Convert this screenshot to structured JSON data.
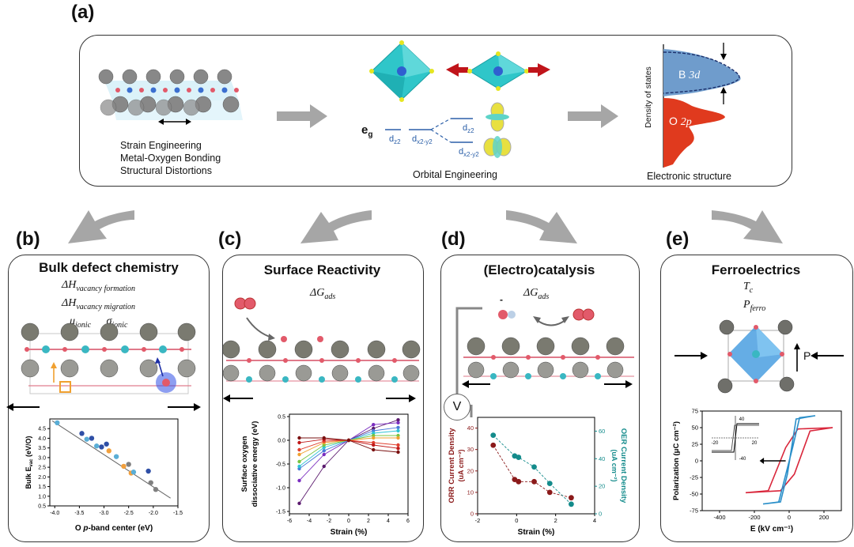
{
  "panel_a": {
    "letter": "(a)",
    "left_labels": [
      "Strain Engineering",
      "Metal-Oxygen Bonding",
      "Structural Distortions"
    ],
    "orbital_eg": "e",
    "orbital_eg_sub": "g",
    "orbital_dz2": "d",
    "orbital_dz2_sub": "z2",
    "orbital_dx2y2": "d",
    "orbital_dx2y2_sub": "x2-y2",
    "orbital_title": "Orbital Engineering",
    "dos_ylabel": "Density of states",
    "dos_b": "B",
    "dos_b_orb": "3d",
    "dos_o": "O",
    "dos_o_orb": "2p",
    "electronic_title": "Electronic structure"
  },
  "panel_b": {
    "letter": "(b)",
    "title": "Bulk defect chemistry",
    "eq1": "ΔH",
    "eq1_sub": "vacancy formation",
    "eq2": "ΔH",
    "eq2_sub": "vacancy migration",
    "mu": "μ",
    "mu_sub": "ionic",
    "sigma": "σ",
    "sigma_sub": "ionic",
    "ylabel": "Bulk E",
    "ylabel_sub": "vac",
    "ylabel_unit": " (eV/O)",
    "xlabel_pre": "O ",
    "xlabel_ital": "p",
    "xlabel_post": "-band center (eV)"
  },
  "panel_c": {
    "letter": "(c)",
    "title": "Surface Reactivity",
    "dg": "ΔG",
    "dg_sub": "ads",
    "ylabel1": "Surface oxygen",
    "ylabel2": "dissociative energy (eV)",
    "xlabel": "Strain (%)"
  },
  "panel_d": {
    "letter": "(d)",
    "title": "(Electro)catalysis",
    "dg": "ΔG",
    "dg_sub": "ads",
    "volt": "V",
    "ylabel_left1": "ORR Current Density",
    "ylabel_left2": "(uA cm⁻²)",
    "ylabel_right1": "OER Current Density",
    "ylabel_right2": "(uA cm⁻²)",
    "xlabel": "Strain (%)",
    "ion_charge": "-"
  },
  "panel_e": {
    "letter": "(e)",
    "title": "Ferroelectrics",
    "tc": "T",
    "tc_sub": "c",
    "pf": "P",
    "pf_sub": "ferro",
    "p_label": "P",
    "ylabel": "Polarization  (μC cm⁻²)",
    "xlabel": "E (kV cm⁻¹)"
  },
  "colors": {
    "arrow_gray": "#a6a6a6",
    "cyan": "#2fc6c9",
    "blue_dos": "#6f9ccc",
    "red_dos": "#e03a1e",
    "orr_red": "#8b1a1a",
    "oer_teal": "#138b8b",
    "loop_red": "#d9263b",
    "loop_blue": "#2a8fc9"
  },
  "chart_data": [
    {
      "type": "scatter",
      "id": "b",
      "xlabel": "O p-band center (eV)",
      "ylabel": "Bulk Evac (eV/O)",
      "xlim": [
        -4.1,
        -1.5
      ],
      "ylim": [
        0.5,
        5.0
      ],
      "x_ticks": [
        "-4.0",
        "-3.5",
        "-3.0",
        "-2.5",
        "-2.0",
        "-1.5"
      ],
      "y_ticks": [
        "0.5",
        "1.0",
        "1.5",
        "2.0",
        "2.5",
        "3.0",
        "3.5",
        "4.0",
        "4.5"
      ],
      "fit_line": [
        [
          -4.05,
          4.9
        ],
        [
          -1.65,
          0.9
        ]
      ],
      "points": [
        {
          "x": -3.95,
          "y": 4.8,
          "c": "#5aaed6"
        },
        {
          "x": -3.45,
          "y": 4.25,
          "c": "#2f4fa6"
        },
        {
          "x": -3.35,
          "y": 3.95,
          "c": "#5aaed6"
        },
        {
          "x": -3.25,
          "y": 4.0,
          "c": "#2f4fa6"
        },
        {
          "x": -3.15,
          "y": 3.6,
          "c": "#5aaed6"
        },
        {
          "x": -3.05,
          "y": 3.55,
          "c": "#2f4fa6"
        },
        {
          "x": -2.95,
          "y": 3.7,
          "c": "#2f4fa6"
        },
        {
          "x": -2.9,
          "y": 3.35,
          "c": "#f2a03d"
        },
        {
          "x": -2.75,
          "y": 3.05,
          "c": "#5aaed6"
        },
        {
          "x": -2.6,
          "y": 2.55,
          "c": "#f2a03d"
        },
        {
          "x": -2.5,
          "y": 2.65,
          "c": "#808080"
        },
        {
          "x": -2.45,
          "y": 2.2,
          "c": "#f2a03d"
        },
        {
          "x": -2.4,
          "y": 2.25,
          "c": "#5aaed6"
        },
        {
          "x": -2.1,
          "y": 2.3,
          "c": "#2f4fa6"
        },
        {
          "x": -2.05,
          "y": 1.7,
          "c": "#808080"
        },
        {
          "x": -1.95,
          "y": 1.35,
          "c": "#808080"
        }
      ]
    },
    {
      "type": "line",
      "id": "c",
      "xlabel": "Strain (%)",
      "ylabel": "Surface oxygen dissociative energy (eV)",
      "xlim": [
        -6,
        6
      ],
      "ylim": [
        -1.55,
        0.55
      ],
      "x_ticks": [
        "-6",
        "-4",
        "-2",
        "0",
        "2",
        "4",
        "6"
      ],
      "y_ticks": [
        "0.5",
        "0.0",
        "-0.5",
        "-1.0",
        "-1.5"
      ],
      "x": [
        -5,
        -2.5,
        0,
        2.5,
        5
      ],
      "series": [
        {
          "c": "#5b1a6e",
          "values": [
            -1.33,
            -0.55,
            0.0,
            0.25,
            0.43
          ]
        },
        {
          "c": "#7a2dbf",
          "values": [
            -0.85,
            -0.3,
            0.0,
            0.33,
            0.37
          ]
        },
        {
          "c": "#4a7bd9",
          "values": [
            -0.6,
            -0.22,
            0.0,
            0.2,
            0.27
          ]
        },
        {
          "c": "#2ec4d4",
          "values": [
            -0.55,
            -0.15,
            0.0,
            0.15,
            0.2
          ]
        },
        {
          "c": "#78c440",
          "values": [
            -0.45,
            -0.1,
            0.0,
            0.1,
            0.1
          ]
        },
        {
          "c": "#f0a030",
          "values": [
            -0.3,
            -0.05,
            0.0,
            0.05,
            0.05
          ]
        },
        {
          "c": "#e04030",
          "values": [
            -0.2,
            -0.02,
            0.0,
            -0.05,
            -0.1
          ]
        },
        {
          "c": "#c01818",
          "values": [
            -0.05,
            0.02,
            0.0,
            -0.1,
            -0.17
          ]
        },
        {
          "c": "#7a1010",
          "values": [
            0.05,
            0.05,
            0.0,
            -0.2,
            -0.25
          ]
        }
      ]
    },
    {
      "type": "scatter",
      "id": "d",
      "xlabel": "Strain (%)",
      "xlim": [
        -2,
        4
      ],
      "ylim_left": [
        0,
        45
      ],
      "ylim_right": [
        0,
        70
      ],
      "x_ticks": [
        "-2",
        "0",
        "2",
        "4"
      ],
      "y_ticks_left": [
        "0",
        "10",
        "20",
        "30",
        "40"
      ],
      "y_ticks_right": [
        "0",
        "20",
        "40",
        "60"
      ],
      "series": [
        {
          "name": "ORR",
          "axis": "left",
          "c": "#8b1a1a",
          "x": [
            -1.2,
            -0.1,
            0.1,
            0.9,
            1.7,
            2.8
          ],
          "y": [
            32,
            16,
            15,
            15,
            10,
            7.5
          ]
        },
        {
          "name": "OER",
          "axis": "right",
          "c": "#138b8b",
          "x": [
            -1.2,
            -0.1,
            0.1,
            0.9,
            1.7,
            2.8
          ],
          "y": [
            57,
            42,
            41,
            34,
            22,
            7
          ]
        }
      ]
    },
    {
      "type": "line",
      "id": "e",
      "xlabel": "E (kV cm⁻¹)",
      "ylabel": "Polarization (μC cm⁻²)",
      "xlim": [
        -500,
        300
      ],
      "ylim": [
        -75,
        75
      ],
      "x_ticks": [
        "-400",
        "-200",
        "0",
        "200"
      ],
      "y_ticks": [
        "75",
        "50",
        "25",
        "0",
        "-25",
        "-50",
        "-75"
      ],
      "inset": {
        "x_ticks": [
          "-20",
          "20"
        ],
        "y_ticks": [
          "40",
          "-40"
        ]
      },
      "series": [
        {
          "name": "red loop",
          "c": "#d9263b",
          "x": [
            -250,
            -50,
            30,
            120,
            250,
            50,
            -20,
            -120,
            -250
          ],
          "y": [
            -48,
            -45,
            -20,
            45,
            50,
            48,
            20,
            -45,
            -48
          ]
        },
        {
          "name": "blue loop",
          "c": "#2a8fc9",
          "x": [
            -150,
            -50,
            -10,
            40,
            150,
            60,
            20,
            -60,
            -150
          ],
          "y": [
            -65,
            -62,
            -20,
            63,
            68,
            65,
            20,
            -62,
            -65
          ]
        }
      ]
    }
  ]
}
